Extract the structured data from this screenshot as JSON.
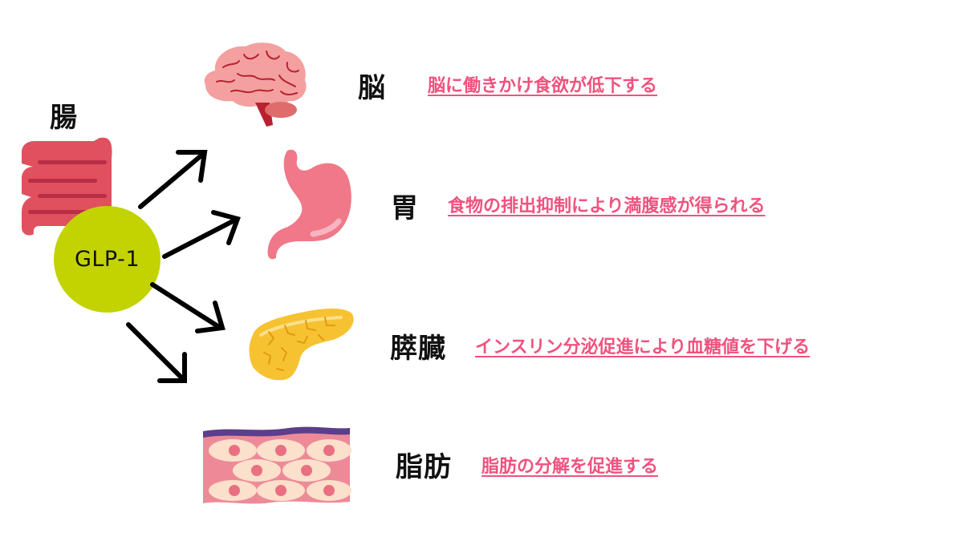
{
  "diagram": {
    "source": {
      "organ_label": "腸",
      "hormone_label": "GLP-1",
      "hormone_color": "#c3d301",
      "intestine_icon": "intestine-icon"
    },
    "targets": [
      {
        "organ": "脳",
        "icon": "brain-icon",
        "effect": "脳に働きかけ食欲が低下する"
      },
      {
        "organ": "胃",
        "icon": "stomach-icon",
        "effect": "食物の排出抑制により満腹感が得られる"
      },
      {
        "organ": "膵臓",
        "icon": "pancreas-icon",
        "effect": "インスリン分泌促進により血糖値を下げる"
      },
      {
        "organ": "脂肪",
        "icon": "fat-tissue-icon",
        "effect": "脂肪の分解を促進する"
      }
    ],
    "colors": {
      "effect_text": "#f0527e",
      "label_text": "#111111",
      "arrow": "#000000"
    }
  }
}
